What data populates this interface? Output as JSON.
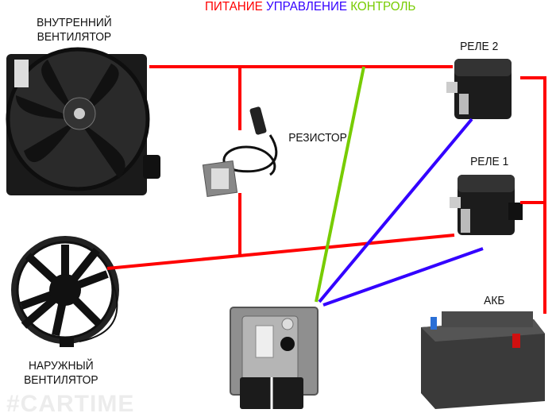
{
  "legend": {
    "power": {
      "label": "ПИТАНИЕ",
      "color": "#ff0000"
    },
    "control": {
      "label": "УПРАВЛЕНИЕ",
      "color": "#3300ff"
    },
    "monitor": {
      "label": "КОНТРОЛЬ",
      "color": "#77cc00"
    }
  },
  "components": {
    "inner_fan": {
      "line1": "ВНУТРЕННИЙ",
      "line2": "ВЕНТИЛЯТОР"
    },
    "outer_fan": {
      "line1": "НАРУЖНЫЙ",
      "line2": "ВЕНТИЛЯТОР"
    },
    "relay2": "РЕЛЕ 2",
    "relay1": "РЕЛЕ 1",
    "resistor": "РЕЗИСТОР",
    "battery": "АКБ"
  },
  "watermark": "#CARTIME"
}
